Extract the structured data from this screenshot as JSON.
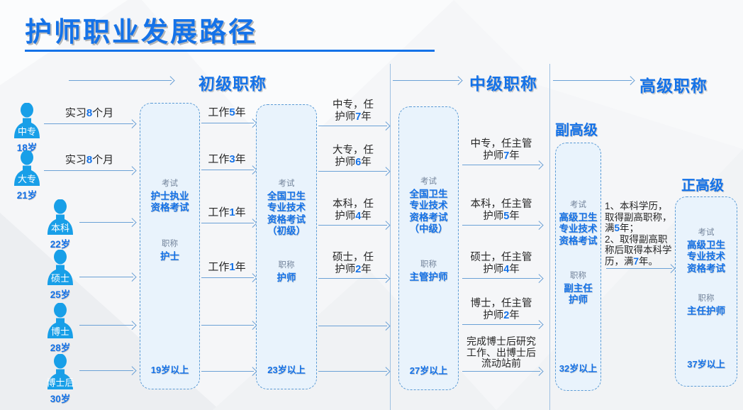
{
  "title": "护师职业发展路径",
  "stage_headers": {
    "junior": "初级职称",
    "intermediate": "中级职称",
    "senior": "高级职称"
  },
  "sub_stage_headers": {
    "deputy_senior": "副高级",
    "full_senior": "正高级"
  },
  "persons": [
    {
      "degree": "中专",
      "age": "18岁",
      "note": {
        "pre": "实习",
        "num": "8",
        "post": "个月"
      }
    },
    {
      "degree": "大专",
      "age": "21岁",
      "note": {
        "pre": "实习",
        "num": "8",
        "post": "个月"
      }
    },
    {
      "degree": "本科",
      "age": "22岁"
    },
    {
      "degree": "硕士",
      "age": "25岁"
    },
    {
      "degree": "博士",
      "age": "28岁"
    },
    {
      "degree": "博士后",
      "age": "30岁"
    }
  ],
  "boxes": [
    {
      "exam_label": "考试",
      "exam": "护士执业\n资格考试",
      "rank_label": "职称",
      "rank": "护士",
      "age": "19岁以上"
    },
    {
      "exam_label": "考试",
      "exam": "全国卫生\n专业技术\n资格考试\n（初级）",
      "rank_label": "职称",
      "rank": "护师",
      "age": "23岁以上"
    },
    {
      "exam_label": "考试",
      "exam": "全国卫生\n专业技术\n资格考试\n（中级）",
      "rank_label": "职称",
      "rank": "主管护师",
      "age": "27岁以上"
    },
    {
      "exam_label": "考试",
      "exam": "高级卫生\n专业技术\n资格考试",
      "rank_label": "职称",
      "rank": "副主任\n护师",
      "age": "32岁以上"
    },
    {
      "exam_label": "考试",
      "exam": "高级卫生\n专业技术\n资格考试",
      "rank_label": "职称",
      "rank": "主任护师",
      "age": "37岁以上"
    }
  ],
  "work_arrows": [
    {
      "pre": "工作",
      "num": "5",
      "post": "年"
    },
    {
      "pre": "工作",
      "num": "3",
      "post": "年"
    },
    {
      "pre": "工作",
      "num": "1",
      "post": "年"
    },
    {
      "pre": "工作",
      "num": "1",
      "post": "年"
    }
  ],
  "junior_to_mid_arrows": [
    {
      "l1": "中专，任",
      "l2pre": "护师",
      "num": "7",
      "l2post": "年"
    },
    {
      "l1": "大专，任",
      "l2pre": "护师",
      "num": "6",
      "l2post": "年"
    },
    {
      "l1": "本科，任",
      "l2pre": "护师",
      "num": "4",
      "l2post": "年"
    },
    {
      "l1": "硕士，任",
      "l2pre": "护师",
      "num": "2",
      "l2post": "年"
    }
  ],
  "mid_to_deputy_arrows": [
    {
      "l1": "中专，任主管",
      "l2pre": "护师",
      "num": "7",
      "l2post": "年"
    },
    {
      "l1": "本科，任主管",
      "l2pre": "护师",
      "num": "5",
      "l2post": "年"
    },
    {
      "l1": "硕士，任主管",
      "l2pre": "护师",
      "num": "4",
      "l2post": "年"
    },
    {
      "l1": "博士，任主管",
      "l2pre": "护师",
      "num": "2",
      "l2post": "年"
    }
  ],
  "postdoc_arrow_label": "完成博士后研究\n工作、出博士后\n流动站前",
  "deputy_to_full_note": {
    "l1": "1、本科学历，",
    "l2": "取得副高职称，",
    "l3pre": "满",
    "l3num": "5",
    "l3post": "年；",
    "l4": "2、取得副高职",
    "l5": "称后取得本科学",
    "l6pre": "历，满",
    "l6num": "7",
    "l6post": "年。"
  },
  "colors": {
    "primary_blue": "#1472e8",
    "icon_blue": "#189fe8",
    "arrow_blue": "#6ba1d6",
    "box_fill": "#e9f3fc",
    "box_border": "#5b9bd5",
    "text_dark": "#262626",
    "label_gray": "#72839a"
  }
}
